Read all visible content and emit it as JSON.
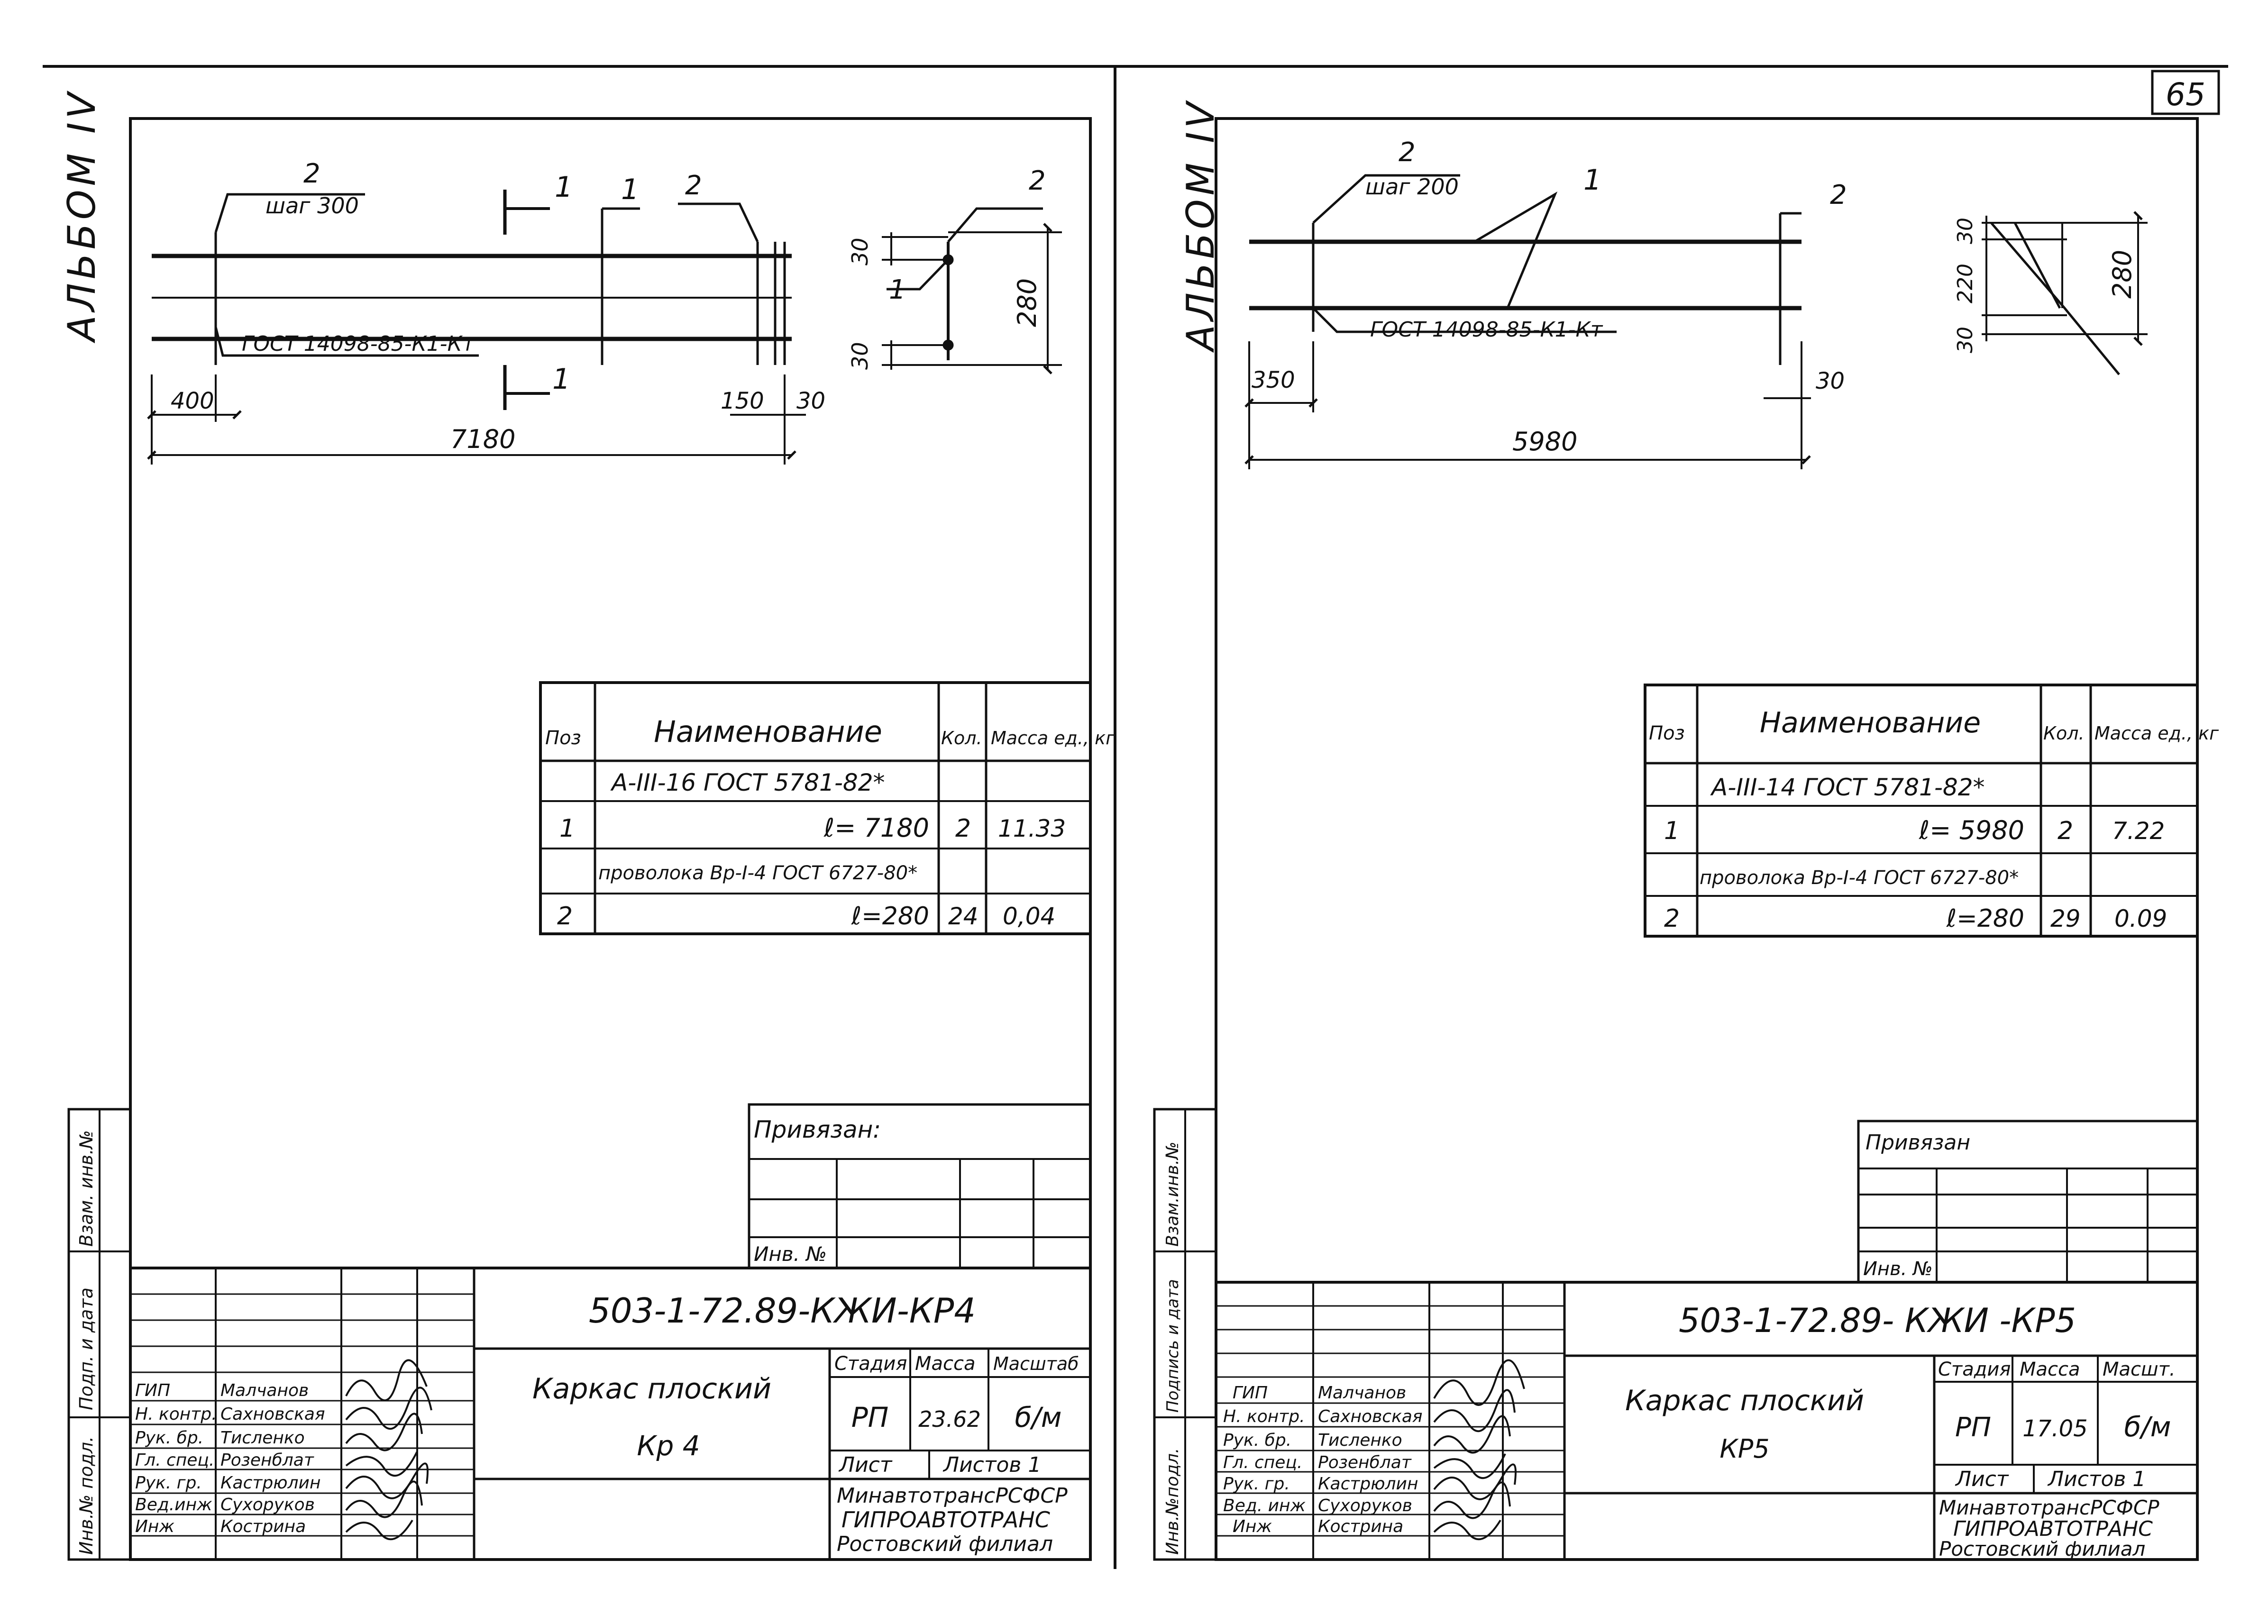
{
  "page_number": "65",
  "album_label": "АЛЬБОМ IV",
  "side_stamp": {
    "vzam": "Взам. инв.№",
    "podp": "Подп. и дата",
    "inv": "Инв.№ подл."
  },
  "side_stamp_right": {
    "vzam": "Взам.инв.№",
    "podp": "Подпись и дата",
    "inv": "Инв.№подл."
  },
  "sheets": [
    {
      "drawing": {
        "pos2_label": "2",
        "step": "шаг 300",
        "section_mark": "1",
        "pos1_label": "1",
        "pos2_label_b": "2",
        "gost_weld": "ГОСТ 14098-85-К1-Кт",
        "dim_400": "400",
        "dim_total": "7180",
        "dim_150": "150",
        "dim_30": "30",
        "section": {
          "top_label": "2",
          "dim_30_top": "30",
          "dim_30_bottom": "30",
          "pos1": "1",
          "height": "280"
        }
      },
      "spec": {
        "headers": {
          "pos": "Поз",
          "name": "Наименование",
          "qty": "Кол.",
          "mass": "Масса ед., кг"
        },
        "rows": [
          {
            "pos": "",
            "name": "A-III-16  ГОСТ 5781-82*",
            "qty": "",
            "mass": ""
          },
          {
            "pos": "1",
            "name": "ℓ= 7180",
            "qty": "2",
            "mass": "11.33"
          },
          {
            "pos": "",
            "name": "проволока Вр-I-4 ГОСТ 6727-80*",
            "qty": "",
            "mass": ""
          },
          {
            "pos": "2",
            "name": "ℓ=280",
            "qty": "24",
            "mass": "0,04"
          }
        ]
      },
      "binding": {
        "title": "Привязан:",
        "inv": "Инв. №"
      },
      "title_block": {
        "code": "503-1-72.89-КЖИ-КР4",
        "title_line1": "Каркас  плоский",
        "title_line2": "Кр 4",
        "stage_label": "Стадия",
        "mass_label": "Масса",
        "scale_label": "Масштаб",
        "stage": "РП",
        "mass": "23.62",
        "scale": "б/м",
        "sheet_label": "Лист",
        "sheets_label": "Листов 1",
        "org1": "МинавтотрансРСФСР",
        "org2": "ГИПРОАВТОТРАНС",
        "org3": "Ростовский филиал",
        "staff": [
          {
            "role": "ГИП",
            "name": "Малчанов"
          },
          {
            "role": "Н. контр.",
            "name": "Сахновская"
          },
          {
            "role": "Рук. бр.",
            "name": "Тисленко"
          },
          {
            "role": "Гл. спец.",
            "name": "Розенблат"
          },
          {
            "role": "Рук. гр.",
            "name": "Кастрюлин"
          },
          {
            "role": "Вед.инж",
            "name": "Сухоруков"
          },
          {
            "role": "Инж",
            "name": "Кострина"
          }
        ]
      }
    },
    {
      "drawing": {
        "pos2_label": "2",
        "step": "шаг 200",
        "pos1_label": "1",
        "pos2_label_b": "2",
        "gost_weld": "ГОСТ 14098-85-К1-Кт",
        "dim_350": "350",
        "dim_total": "5980",
        "dim_30": "30",
        "section": {
          "dim_30_top": "30",
          "dim_220": "220",
          "dim_30_bottom": "30",
          "height": "280"
        }
      },
      "spec": {
        "headers": {
          "pos": "Поз",
          "name": "Наименование",
          "qty": "Кол.",
          "mass": "Масса ед., кг"
        },
        "rows": [
          {
            "pos": "",
            "name": "A-III-14  ГОСТ 5781-82*",
            "qty": "",
            "mass": ""
          },
          {
            "pos": "1",
            "name": "ℓ= 5980",
            "qty": "2",
            "mass": "7.22"
          },
          {
            "pos": "",
            "name": "проволока Вр-I-4 ГОСТ 6727-80*",
            "qty": "",
            "mass": ""
          },
          {
            "pos": "2",
            "name": "ℓ=280",
            "qty": "29",
            "mass": "0.09"
          }
        ]
      },
      "binding": {
        "title": "Привязан",
        "inv": "Инв. №"
      },
      "title_block": {
        "code": "503-1-72.89- КЖИ -КР5",
        "title_line1": "Каркас  плоский",
        "title_line2": "КР5",
        "stage_label": "Стадия",
        "mass_label": "Масса",
        "scale_label": "Масшт.",
        "stage": "РП",
        "mass": "17.05",
        "scale": "б/м",
        "sheet_label": "Лист",
        "sheets_label": "Листов 1",
        "org1": "МинавтотрансРСФСР",
        "org2": "ГИПРОАВТОТРАНС",
        "org3": "Ростовский филиал",
        "staff": [
          {
            "role": "ГИП",
            "name": "Малчанов"
          },
          {
            "role": "Н. контр.",
            "name": "Сахновская"
          },
          {
            "role": "Рук. бр.",
            "name": "Тисленко"
          },
          {
            "role": "Гл. спец.",
            "name": "Розенблат"
          },
          {
            "role": "Рук. гр.",
            "name": "Кастрюлин"
          },
          {
            "role": "Вед. инж",
            "name": "Сухоруков"
          },
          {
            "role": "Инж",
            "name": "Кострина"
          }
        ]
      }
    }
  ]
}
